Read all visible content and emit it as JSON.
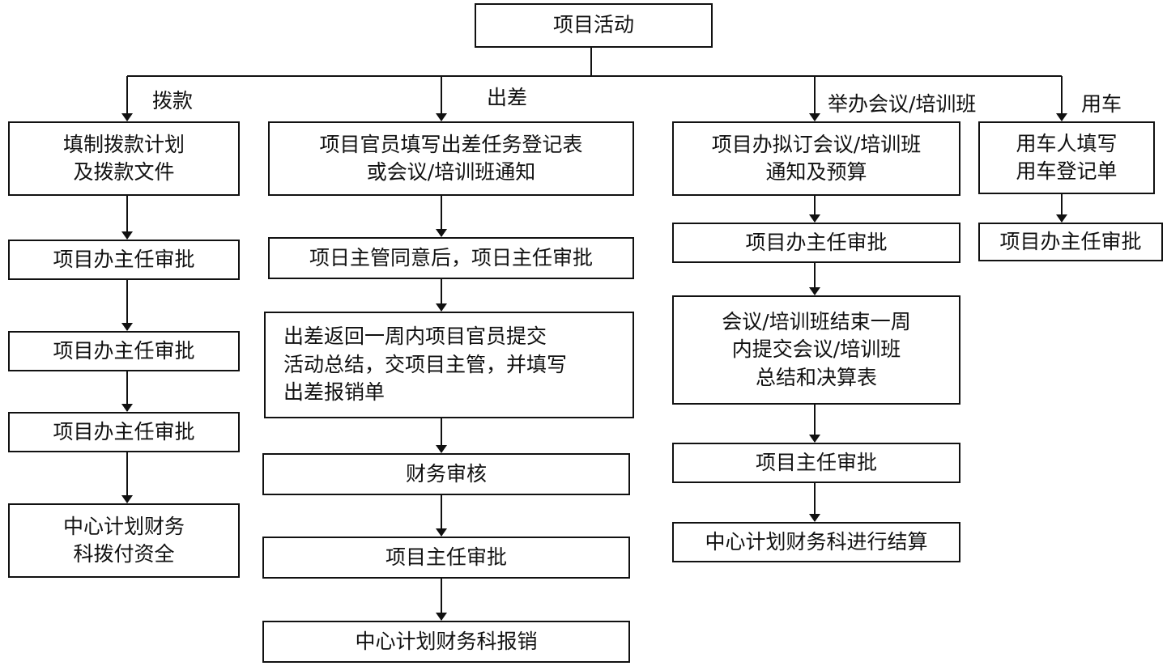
{
  "root": "项目活动",
  "colors": {
    "stroke": "#111111",
    "background": "#ffffff"
  },
  "branches": [
    {
      "label": "拨款",
      "steps": [
        "填制拨款计划\n及拨款文件",
        "项目办主任审批",
        "项目办主任审批",
        "项目办主任审批",
        "中心计划财务\n科拨付资全"
      ]
    },
    {
      "label": "出差",
      "steps": [
        "项目官员填写出差任务登记表\n或会议/培训班通知",
        "项日主管同意后，项日主任审批",
        "出差返回一周内项目官员提交\n活动总结，交项目主管，并填写\n出差报销单",
        "财务审核",
        "项目主任审批",
        "中心计划财务科报销"
      ]
    },
    {
      "label": "举办会议/培训班",
      "steps": [
        "项目办拟订会议/培训班\n通知及预算",
        "项目办主任审批",
        "会议/培训班结束一周\n内提交会议/培训班\n总结和决算表",
        "项目主任审批",
        "中心计划财务科进行结算"
      ]
    },
    {
      "label": "用车",
      "steps": [
        "用车人填写\n用车登记单",
        "项目办主任审批"
      ]
    }
  ]
}
